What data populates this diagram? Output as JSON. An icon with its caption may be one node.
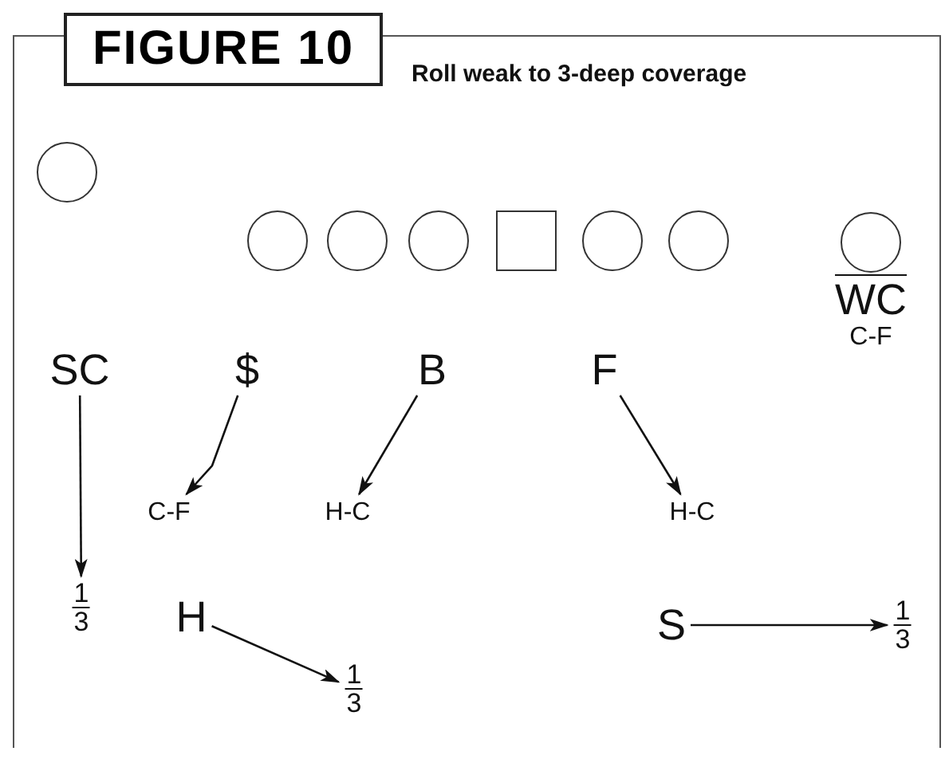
{
  "diagram": {
    "title": "FIGURE 10",
    "caption": "Roll weak to 3-deep coverage",
    "nodes": [
      {
        "text": [],
        "shape": "circle"
      },
      {
        "text": [],
        "shape": "circle"
      },
      {
        "text": [],
        "shape": "circle"
      },
      {
        "text": [],
        "shape": "circle"
      },
      {
        "text": [],
        "shape": "box"
      },
      {
        "text": [],
        "shape": "circle"
      },
      {
        "text": [],
        "shape": "circle"
      },
      {
        "text": [],
        "shape": "circle"
      },
      {
        "text": [
          "WC"
        ],
        "beside": [
          "C-F"
        ]
      },
      {
        "text": [
          "SC"
        ]
      },
      {
        "text": [
          "$"
        ]
      },
      {
        "text": [
          "B"
        ]
      },
      {
        "text": [
          "F"
        ]
      },
      {
        "text": [
          "C-F"
        ]
      },
      {
        "text": [
          "H-C"
        ]
      },
      {
        "text": [
          "H-C"
        ]
      },
      {
        "text": [
          "1",
          "3"
        ]
      },
      {
        "text": [
          "H"
        ]
      },
      {
        "text": [
          "S"
        ]
      },
      {
        "text": [
          "1",
          "3"
        ]
      },
      {
        "text": [
          "1",
          "3"
        ]
      }
    ],
    "edges": [
      {
        "from": 9,
        "to": 16,
        "arrow": "to"
      },
      {
        "from": 10,
        "to": 13,
        "arrow": "to"
      },
      {
        "from": 11,
        "to": 14,
        "arrow": "to"
      },
      {
        "from": 12,
        "to": 15,
        "arrow": "to"
      },
      {
        "from": 17,
        "to": 20,
        "arrow": "to"
      },
      {
        "from": 18,
        "to": 19,
        "arrow": "to"
      }
    ]
  }
}
